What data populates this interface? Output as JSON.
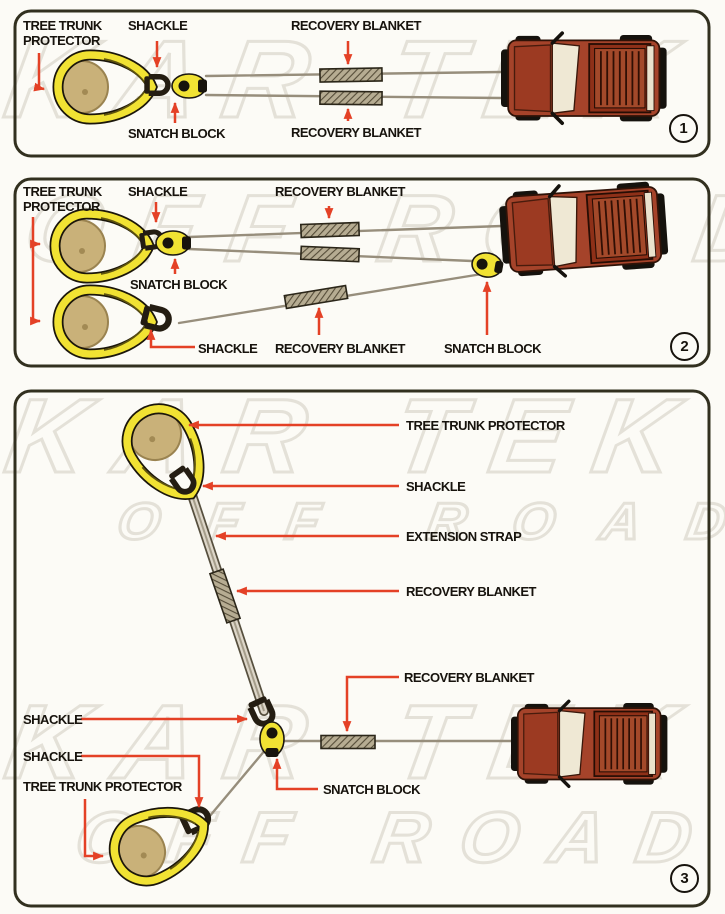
{
  "watermark": {
    "line1": "KAR TEK",
    "line2": "OFF ROAD"
  },
  "colors": {
    "paper": "#fcfbf6",
    "ink": "#17130d",
    "panel_border": "#32301f",
    "arrow": "#e44126",
    "strap_yellow": "#f1e233",
    "trunk_tan": "#c9b179",
    "truck_red": "#a5432a",
    "cable_gray": "#978e7c",
    "blanket_tan": "#b6ac92",
    "watermark_gray": "#e4e1d8"
  },
  "panels": [
    {
      "number": "1",
      "labels": {
        "tree_trunk_protector": "TREE TRUNK PROTECTOR",
        "shackle": "SHACKLE",
        "recovery_blanket_top": "RECOVERY BLANKET",
        "snatch_block": "SNATCH BLOCK",
        "recovery_blanket_bottom": "RECOVERY BLANKET"
      }
    },
    {
      "number": "2",
      "labels": {
        "tree_trunk_protector": "TREE TRUNK PROTECTOR",
        "shackle_top": "SHACKLE",
        "recovery_blanket_top": "RECOVERY BLANKET",
        "snatch_block_middle": "SNATCH BLOCK",
        "shackle_bottom": "SHACKLE",
        "recovery_blanket_bottom": "RECOVERY BLANKET",
        "snatch_block_right": "SNATCH BLOCK"
      }
    },
    {
      "number": "3",
      "labels": {
        "tree_trunk_protector_top": "TREE TRUNK PROTECTOR",
        "shackle_top": "SHACKLE",
        "extension_strap": "EXTENSION STRAP",
        "recovery_blanket_upper": "RECOVERY BLANKET",
        "recovery_blanket_lower": "RECOVERY BLANKET",
        "shackle_middle": "SHACKLE",
        "shackle_lower": "SHACKLE",
        "tree_trunk_protector_bottom": "TREE TRUNK PROTECTOR",
        "snatch_block": "SNATCH BLOCK"
      }
    }
  ]
}
